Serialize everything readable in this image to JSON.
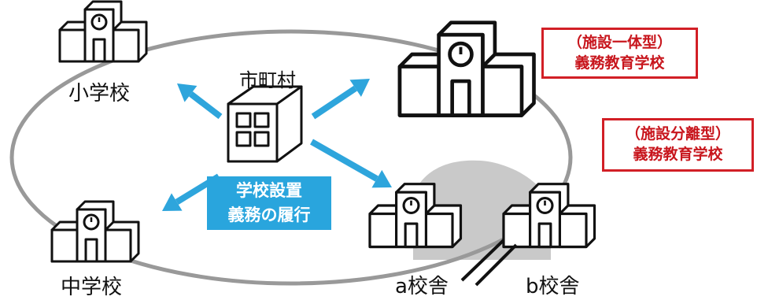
{
  "municipality": {
    "label": "市町村"
  },
  "schools": {
    "elementary": {
      "label": "小学校"
    },
    "junior_high": {
      "label": "中学校"
    },
    "campus_a": {
      "label": "a校舎"
    },
    "campus_b": {
      "label": "b校舎"
    }
  },
  "obligation_box": {
    "line1": "学校設置",
    "line2": "義務の履行"
  },
  "integrated_type": {
    "line1": "（施設一体型）",
    "line2": "義務教育学校"
  },
  "separated_type": {
    "line1": "（施設分離型）",
    "line2": "義務教育学校"
  },
  "partial_top_text": "",
  "colors": {
    "arrow": "#2ea5dc",
    "red": "#d21f26",
    "ellipse": "#999999",
    "shade": "#c9c9c9"
  }
}
